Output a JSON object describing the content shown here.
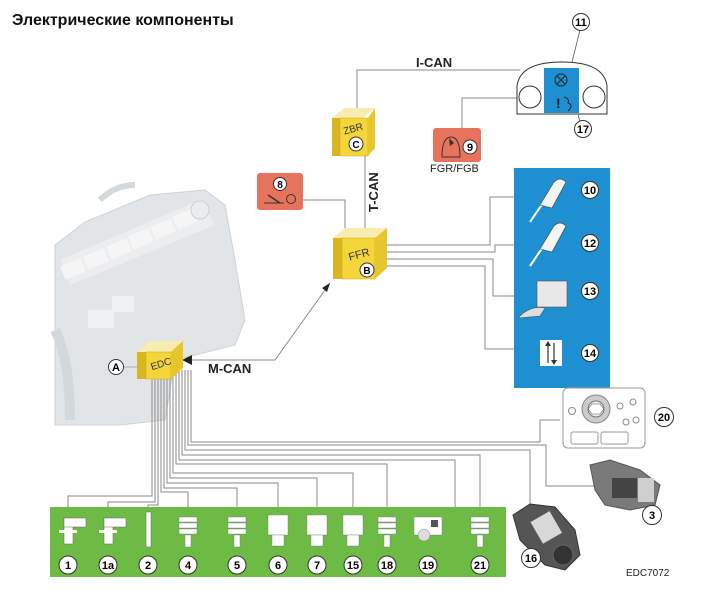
{
  "title": "Электрические компоненты",
  "figure_code": "EDC7072",
  "colors": {
    "module_yellow": "#f5d63a",
    "module_top": "#f8ecb0",
    "module_side": "#d9b51f",
    "red_box": "#e8735c",
    "blue_panel": "#1e8fd0",
    "green_bar": "#6dbb45",
    "wire": "#888888"
  },
  "buses": {
    "i_can": "I-CAN",
    "t_can": "T-CAN",
    "m_can": "M-CAN"
  },
  "modules": [
    {
      "id": "A",
      "name": "EDC"
    },
    {
      "id": "B",
      "name": "FFR"
    },
    {
      "id": "C",
      "name": "ZBR"
    }
  ],
  "components": {
    "c8": "8",
    "c9": "9",
    "c9_label": "FGR/FGB",
    "c11": "11",
    "c17": "17",
    "c10": "10",
    "c12": "12",
    "c13": "13",
    "c14": "14",
    "c20": "20",
    "c3": "3",
    "c16": "16"
  },
  "sensor_bar": [
    "1",
    "1a",
    "2",
    "4",
    "5",
    "6",
    "7",
    "15",
    "18",
    "19",
    "21"
  ]
}
